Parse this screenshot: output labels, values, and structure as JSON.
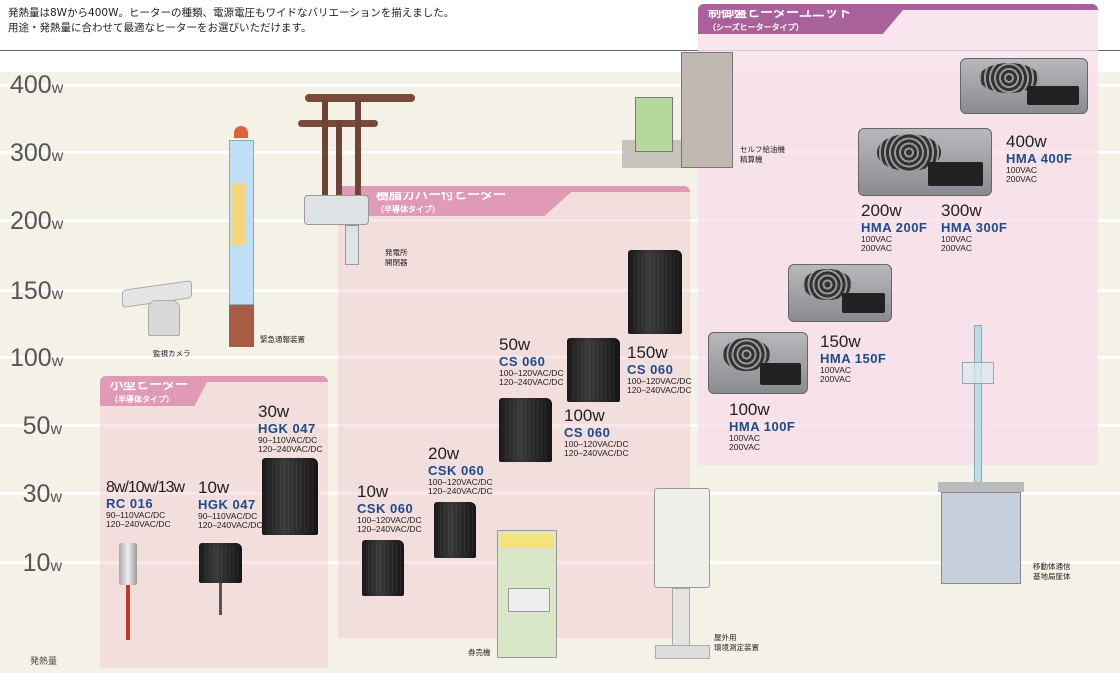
{
  "intro": [
    "発熱量は8Wから400W。ヒーターの種類、電源電圧もワイドなバリエーションを揃えました。",
    "用途・発熱量に合わせて最適なヒーターをお選びいただけます。"
  ],
  "axis": {
    "caption": "発熱量",
    "levels": [
      {
        "num": "400",
        "unit": "w"
      },
      {
        "num": "300",
        "unit": "w"
      },
      {
        "num": "200",
        "unit": "w"
      },
      {
        "num": "150",
        "unit": "w"
      },
      {
        "num": "100",
        "unit": "w"
      },
      {
        "num": "50",
        "unit": "w"
      },
      {
        "num": "30",
        "unit": "w"
      },
      {
        "num": "10",
        "unit": "w"
      }
    ]
  },
  "panels": {
    "small": {
      "title": "小型ヒーター",
      "subtitle": "（半導体タイプ）",
      "color": "#e09ab5"
    },
    "resin": {
      "title": "樹脂カバー付ヒーター",
      "subtitle": "（半導体タイプ）",
      "color": "#e09ab5"
    },
    "control": {
      "title": "制御盤ヒーターユニット",
      "subtitle": "（シーズヒータータイプ）",
      "color": "#a8619a"
    }
  },
  "products": [
    {
      "watt": "8w/10w/13w",
      "model": "RC 016",
      "v1": "90–110VAC/DC",
      "v2": "120–240VAC/DC"
    },
    {
      "watt": "10w",
      "model": "HGK 047",
      "v1": "90–110VAC/DC",
      "v2": "120–240VAC/DC"
    },
    {
      "watt": "30w",
      "model": "HGK 047",
      "v1": "90–110VAC/DC",
      "v2": "120–240VAC/DC"
    },
    {
      "watt": "10w",
      "model": "CSK 060",
      "v1": "100–120VAC/DC",
      "v2": "120–240VAC/DC"
    },
    {
      "watt": "20w",
      "model": "CSK 060",
      "v1": "100–120VAC/DC",
      "v2": "120–240VAC/DC"
    },
    {
      "watt": "50w",
      "model": "CS 060",
      "v1": "100–120VAC/DC",
      "v2": "120–240VAC/DC"
    },
    {
      "watt": "100w",
      "model": "CS 060",
      "v1": "100–120VAC/DC",
      "v2": "120–240VAC/DC"
    },
    {
      "watt": "150w",
      "model": "CS 060",
      "v1": "100–120VAC/DC",
      "v2": "120–240VAC/DC"
    },
    {
      "watt": "100w",
      "model": "HMA 100F",
      "v1": "100VAC",
      "v2": "200VAC"
    },
    {
      "watt": "150w",
      "model": "HMA 150F",
      "v1": "100VAC",
      "v2": "200VAC"
    },
    {
      "watt": "200w",
      "model": "HMA 200F",
      "v1": "100VAC",
      "v2": "200VAC"
    },
    {
      "watt": "300w",
      "model": "HMA 300F",
      "v1": "100VAC",
      "v2": "200VAC"
    },
    {
      "watt": "400w",
      "model": "HMA 400F",
      "v1": "100VAC",
      "v2": "200VAC"
    }
  ],
  "applications": [
    {
      "l1": "監視カメラ",
      "l2": ""
    },
    {
      "l1": "緊急通報装置",
      "l2": ""
    },
    {
      "l1": "発電所",
      "l2": "開閉器"
    },
    {
      "l1": "セルフ給油機",
      "l2": "精算機"
    },
    {
      "l1": "券売機",
      "l2": ""
    },
    {
      "l1": "屋外用",
      "l2": "環境測定装置"
    },
    {
      "l1": "移動体通信",
      "l2": "基地局筐体"
    }
  ]
}
